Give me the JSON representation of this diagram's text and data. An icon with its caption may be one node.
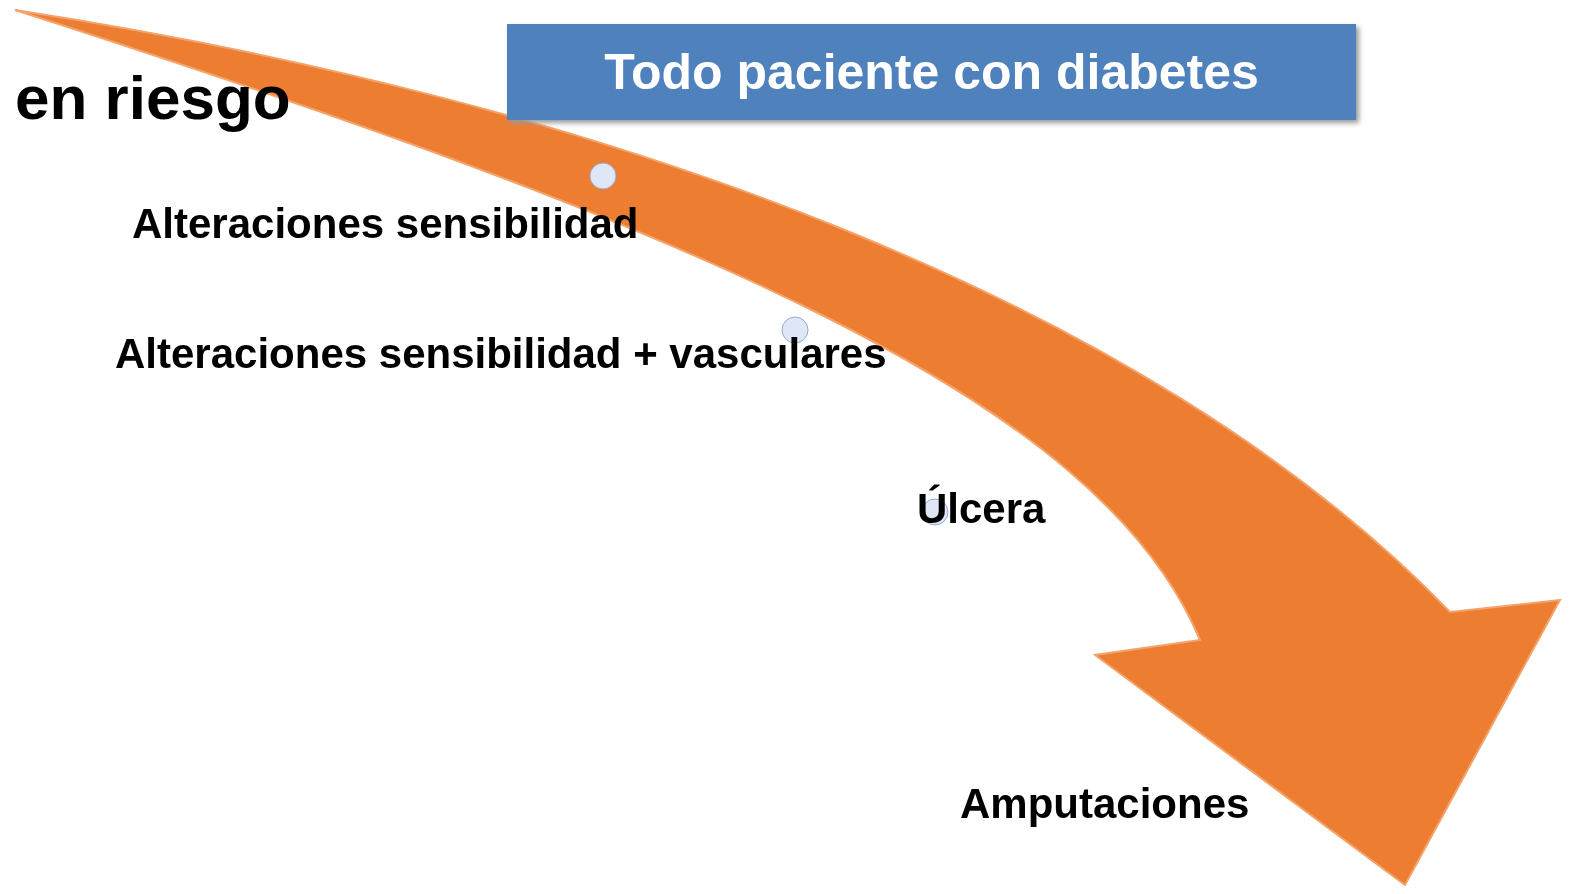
{
  "diagram": {
    "nodes": [
      {
        "text": [
          "Todo paciente con diabetes"
        ]
      }
    ],
    "labels": [
      "en riesgo",
      "Alteraciones sensibilidad",
      "Alteraciones sensibilidad + vasculares",
      "Úlcera",
      "Amputaciones"
    ]
  }
}
